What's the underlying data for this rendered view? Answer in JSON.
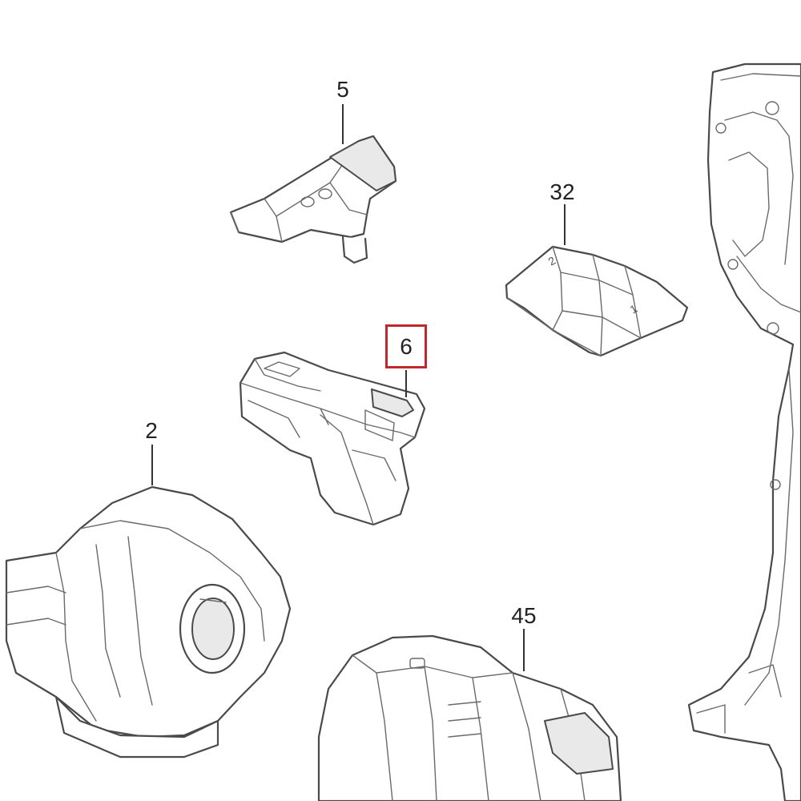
{
  "callouts": {
    "part_5": "5",
    "part_32": "32",
    "part_6": "6",
    "part_2": "2",
    "part_45": "45"
  },
  "highlight_color": "#c0282d",
  "switch_markings": {
    "mark_2": "2",
    "mark_1": "1"
  }
}
